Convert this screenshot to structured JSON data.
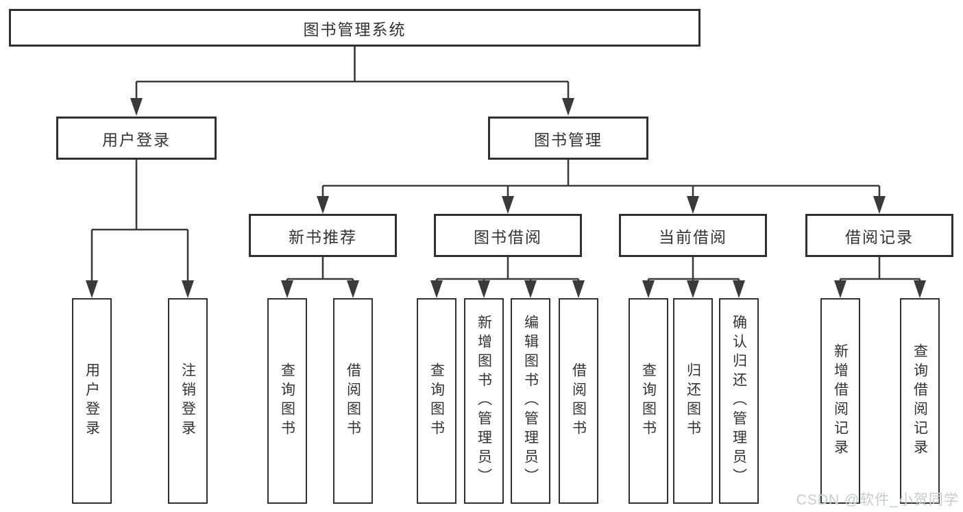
{
  "diagram": {
    "title_node": {
      "label": "图书管理系统"
    },
    "root": {
      "label": "图书管理系统"
    },
    "level2": [
      {
        "label": "用户登录"
      },
      {
        "label": "图书管理"
      }
    ],
    "level3": [
      {
        "label": "新书推荐",
        "parent": "图书管理"
      },
      {
        "label": "图书借阅",
        "parent": "图书管理"
      },
      {
        "label": "当前借阅",
        "parent": "图书管理"
      },
      {
        "label": "借阅记录",
        "parent": "图书管理"
      }
    ],
    "leaves": [
      {
        "label": "用户登录",
        "parent": "用户登录"
      },
      {
        "label": "注销登录",
        "parent": "用户登录"
      },
      {
        "label": "查询图书",
        "parent": "新书推荐"
      },
      {
        "label": "借阅图书",
        "parent": "新书推荐"
      },
      {
        "label": "查询图书",
        "parent": "图书借阅"
      },
      {
        "label": "新增图书（管理员）",
        "parent": "图书借阅"
      },
      {
        "label": "编辑图书（管理员）",
        "parent": "图书借阅"
      },
      {
        "label": "借阅图书",
        "parent": "图书借阅"
      },
      {
        "label": "查询图书",
        "parent": "当前借阅"
      },
      {
        "label": "归还图书",
        "parent": "当前借阅"
      },
      {
        "label": "确认归还（管理员）",
        "parent": "当前借阅"
      },
      {
        "label": "新增借阅记录",
        "parent": "借阅记录"
      },
      {
        "label": "查询借阅记录",
        "parent": "借阅记录"
      }
    ]
  },
  "watermark": {
    "text": "CSDN @软件_小贺同学"
  },
  "colors": {
    "line": "#3a3a3a",
    "box_border": "#303030",
    "text": "#333333",
    "background": "#ffffff",
    "watermark_text": "#c8cbce"
  }
}
